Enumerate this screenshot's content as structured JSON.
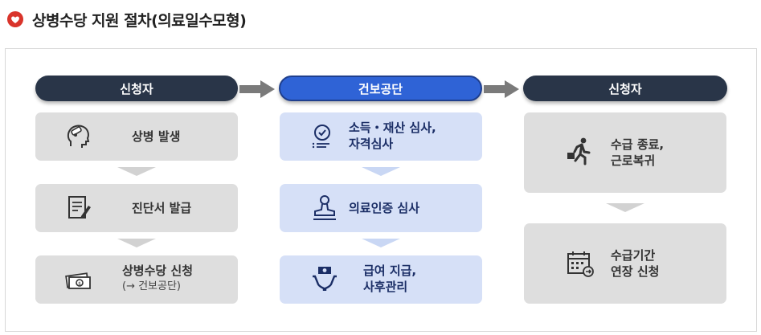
{
  "page": {
    "title": "상병수당 지원 절차(의료일수모형)",
    "title_icon": "heart-circle-icon",
    "accent_color": "#d9342b"
  },
  "columns": [
    {
      "header": "신청자",
      "header_color": "#293548",
      "steps": [
        {
          "line1": "상병 발생",
          "icon": "head-bandage-icon"
        },
        {
          "line1": "진단서 발급",
          "icon": "document-pen-icon"
        },
        {
          "line1": "상병수당 신청",
          "line2": "(→ 건보공단)",
          "icon": "cash-icon"
        }
      ]
    },
    {
      "header": "건보공단",
      "header_color": "#2f63d6",
      "steps": [
        {
          "line1": "소득・재산 심사,",
          "line2": "자격심사",
          "icon": "checklist-review-icon"
        },
        {
          "line1": "의료인증 심사",
          "icon": "stamp-icon"
        },
        {
          "line1": "급여 지급,",
          "line2": "사후관리",
          "icon": "money-hands-icon"
        }
      ]
    },
    {
      "header": "신청자",
      "header_color": "#293548",
      "steps": [
        {
          "line1": "수급 종료,",
          "line2": "근로복귀",
          "icon": "running-person-icon"
        },
        {
          "line1": "수급기간",
          "line2": "연장 신청",
          "icon": "calendar-arrow-icon"
        }
      ]
    }
  ]
}
